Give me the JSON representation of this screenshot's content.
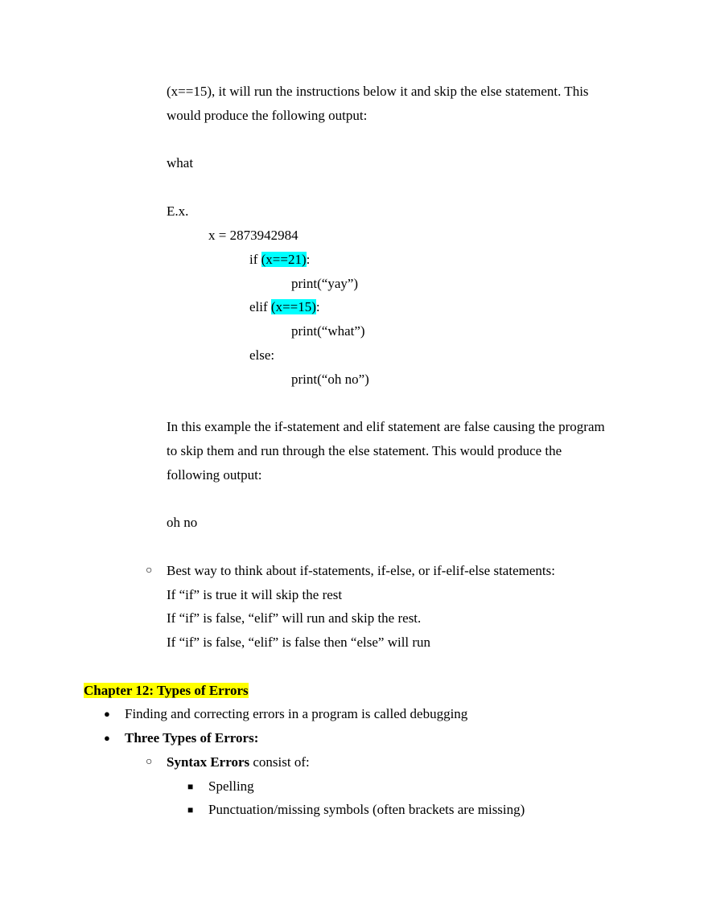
{
  "intro": {
    "line1": "(x==15), it will run the instructions below it and skip the else statement. This",
    "line2": "would produce the following output:",
    "output1": "what"
  },
  "example": {
    "label": "E.x.",
    "code": {
      "assign": "x = 2873942984",
      "if_kw": "if ",
      "if_cond": "(x==21)",
      "if_colon": ":",
      "print_yay": "print(“yay”)",
      "elif_kw": "elif ",
      "elif_cond": "(x==15)",
      "elif_colon": ":",
      "print_what": "print(“what”)",
      "else_kw": "else:",
      "print_ohno": "print(“oh no”)"
    },
    "explain_line1": "In this example the if-statement and elif statement are false causing the program",
    "explain_line2": "to skip them and run through the else statement. This would produce the",
    "explain_line3": "following output:",
    "output2": "oh no"
  },
  "tip": {
    "bullet": "○",
    "line1": "Best way to think about if-statements, if-else, or if-elif-else statements:",
    "line2": "If “if” is true it will skip the rest",
    "line3": "If “if” is false, “elif” will run and skip the rest.",
    "line4": "If “if” is false, “elif” is false then “else” will run"
  },
  "chapter": {
    "heading": "Chapter 12: Types of Errors",
    "items": [
      {
        "bullet": "●",
        "text": "Finding and correcting errors in a program is called debugging"
      },
      {
        "bullet": "●",
        "text": "Three Types of Errors:"
      }
    ],
    "syntax": {
      "bullet": "○",
      "bold": "Syntax Errors",
      "rest": " consist of:",
      "subitems": [
        {
          "bullet": "■",
          "text": "Spelling"
        },
        {
          "bullet": "■",
          "text": "Punctuation/missing symbols (often brackets are missing)"
        }
      ]
    }
  },
  "colors": {
    "code_highlight": "#00ffff",
    "heading_highlight": "#ffff00"
  }
}
